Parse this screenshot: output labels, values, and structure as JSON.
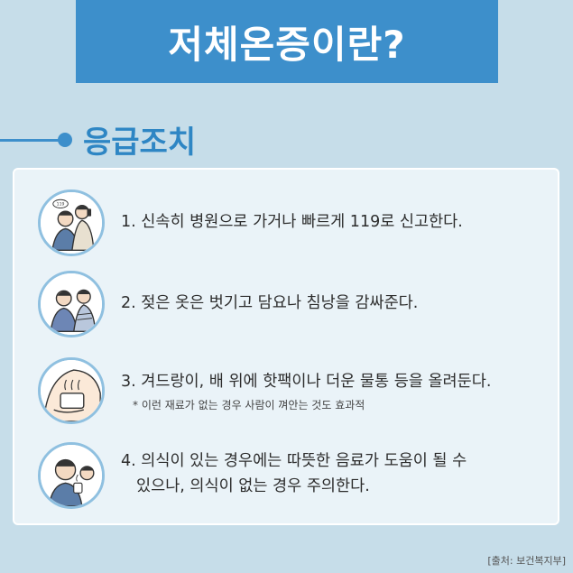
{
  "title": "저체온증이란?",
  "section": {
    "title": "응급조치"
  },
  "steps": [
    {
      "icon": "people-calling-icon",
      "line1": "1. 신속히 병원으로 가거나 빠르게 119로 신고한다."
    },
    {
      "icon": "people-wrapping-icon",
      "line1": "2. 젖은 옷은 벗기고 담요나 침낭을 감싸준다."
    },
    {
      "icon": "hot-pack-icon",
      "line1": "3. 겨드랑이, 배 위에 핫팩이나 더운 물통 등을 올려둔다.",
      "note": "* 이런 재료가 없는 경우 사람이 껴안는 것도 효과적"
    },
    {
      "icon": "warm-drink-icon",
      "line1": "4. 의식이 있는 경우에는 따뜻한 음료가 도움이 될 수",
      "line2": "있으나, 의식이 없는 경우 주의한다."
    }
  ],
  "source": "[출처: 보건복지부]",
  "colors": {
    "accent": "#3d8fcb",
    "background": "#c6dde9",
    "panel": "#eaf3f8",
    "icon_border": "#8fc0e0"
  }
}
